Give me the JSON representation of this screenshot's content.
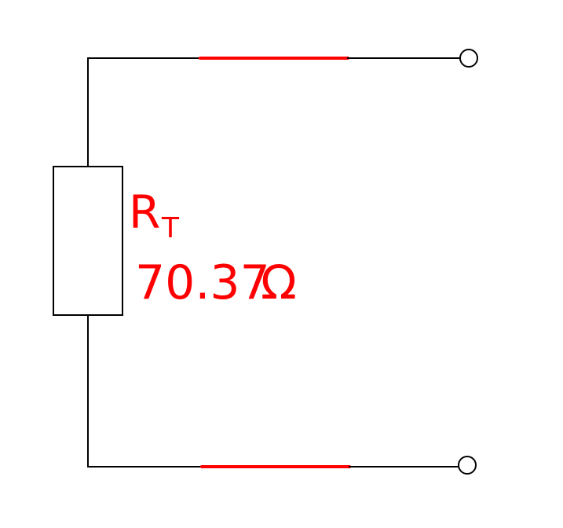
{
  "resistor": {
    "label_main": "R",
    "label_sub": "T",
    "value": "70.37",
    "unit": "Ω"
  },
  "colors": {
    "wire": "#000000",
    "annotation": "#ff0000"
  }
}
